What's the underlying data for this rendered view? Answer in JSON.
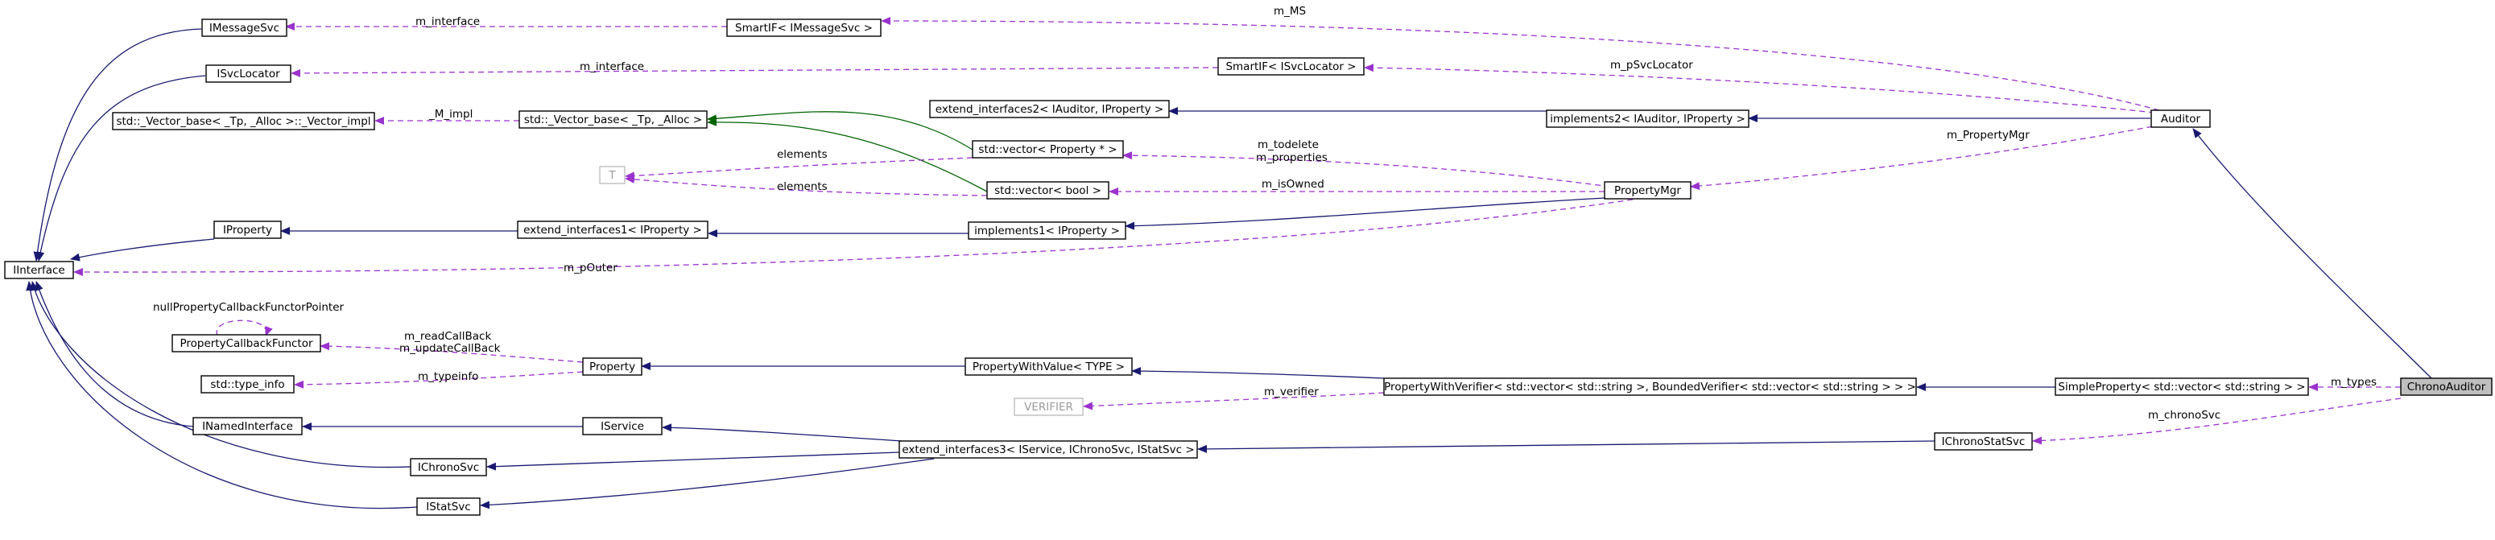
{
  "nodes": {
    "imessagesvc": "IMessageSvc",
    "smartif_imessagesvc": "SmartIF< IMessageSvc >",
    "isvclocator": "ISvcLocator",
    "smartif_isvclocator": "SmartIF< ISvcLocator >",
    "vector_impl": "std::_Vector_base< _Tp, _Alloc >::_Vector_impl",
    "vector_base": "std::_Vector_base< _Tp, _Alloc >",
    "extend_interfaces2": "extend_interfaces2< IAuditor, IProperty >",
    "implements2": "implements2< IAuditor, IProperty >",
    "auditor": "Auditor",
    "t": "T",
    "vector_property": "std::vector< Property * >",
    "vector_bool": "std::vector< bool >",
    "propertymgr": "PropertyMgr",
    "iproperty": "IProperty",
    "extend_interfaces1": "extend_interfaces1< IProperty >",
    "implements1": "implements1< IProperty >",
    "iinterface": "IInterface",
    "propertycallbackfunctor": "PropertyCallbackFunctor",
    "property": "Property",
    "propertywithvalue": "PropertyWithValue< TYPE >",
    "propertywithverifier": "PropertyWithVerifier< std::vector< std::string >, BoundedVerifier< std::vector< std::string > > >",
    "simpleproperty": "SimpleProperty< std::vector< std::string > >",
    "chronoauditor": "ChronoAuditor",
    "type_info": "std::type_info",
    "verifier": "VERIFIER",
    "inamedinterface": "INamedInterface",
    "iservice": "IService",
    "extend_interfaces3": "extend_interfaces3< IService, IChronoSvc, IStatSvc >",
    "ichronostatsvc": "IChronoStatSvc",
    "ichronosvc": "IChronoSvc",
    "istatsvc": "IStatSvc"
  },
  "edge_labels": {
    "m_interface_msg": "m_interface",
    "m_ms": "m_MS",
    "m_interface_loc": "m_interface",
    "m_psvclocator": "m_pSvcLocator",
    "m_impl": "_M_impl",
    "m_propertymgr": "m_PropertyMgr",
    "elements_1": "elements",
    "elements_2": "elements",
    "m_todelete": "m_todelete",
    "m_properties": "m_properties",
    "m_isowned": "m_isOwned",
    "m_pouter": "m_pOuter",
    "nullpropertycallback": "nullPropertyCallbackFunctorPointer",
    "m_readcallback": "m_readCallBack",
    "m_updatecallback": "m_updateCallBack",
    "m_typeinfo": "m_typeinfo",
    "m_verifier": "m_verifier",
    "m_types": "m_types",
    "m_chronosvc": "m_chronoSvc"
  },
  "colors": {
    "inheritance": "#191970",
    "template_instance": "#006400",
    "usage": "#9a32cd",
    "focus_fill": "#bfbfbf",
    "grey_stroke": "#bfbfbf"
  }
}
